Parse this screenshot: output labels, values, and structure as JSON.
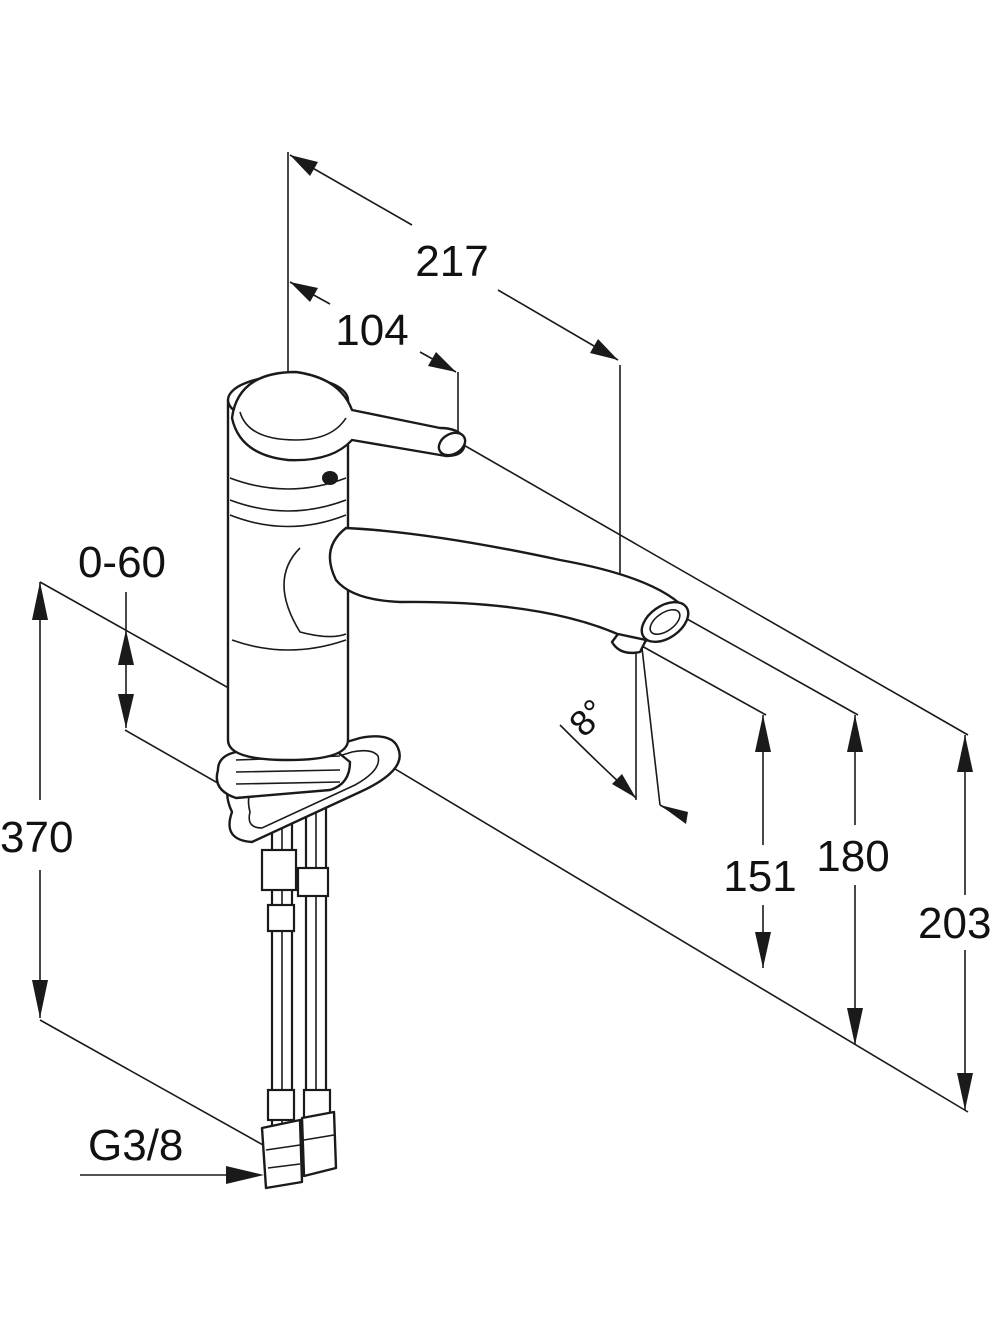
{
  "drawing": {
    "subject": "single-lever mixer tap dimension drawing",
    "colors": {
      "line": "#1a1a1a",
      "background": "#ffffff"
    }
  },
  "dimensions": {
    "reach_total": "217",
    "reach_lever": "104",
    "rotation": "0-60",
    "total_height": "370",
    "outlet_height": "151",
    "spout_height": "180",
    "lever_height": "203",
    "angle": "8°",
    "connection": "G3/8"
  }
}
